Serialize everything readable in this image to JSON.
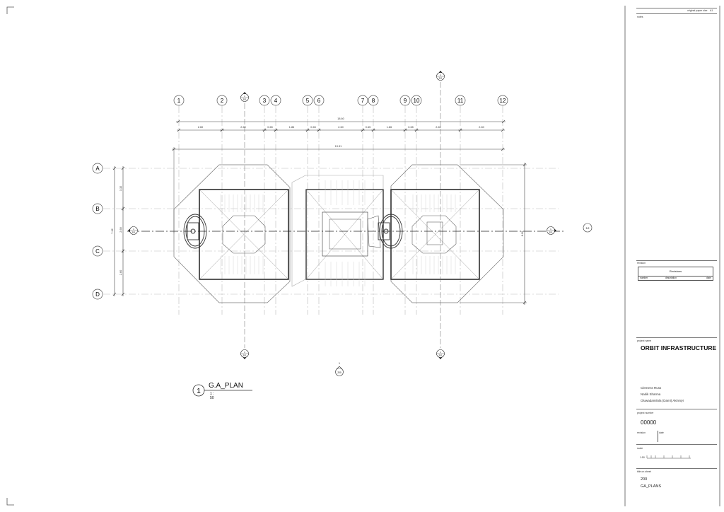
{
  "grid": {
    "columns": [
      "1",
      "2",
      "3",
      "4",
      "5",
      "6",
      "7",
      "8",
      "9",
      "10",
      "11",
      "12"
    ],
    "rows": [
      "A",
      "B",
      "C",
      "D"
    ]
  },
  "dimensions": {
    "overall_top": "18.60",
    "segments": [
      "2.60",
      "2.60",
      "0.65",
      "1.86",
      "0.65",
      "2.60",
      "0.65",
      "1.86",
      "0.65",
      "2.60",
      "2.60"
    ],
    "overall_second": "19.31",
    "left_segments": [
      "3.32",
      "2.60",
      "2.60"
    ],
    "left_total": "7.32",
    "right_total": "8.00"
  },
  "markers": {
    "section_number": "1",
    "section_sheet": "301",
    "elevation_label": "5.2",
    "callout_number": "1",
    "callout_sheet": "200"
  },
  "view": {
    "number": "1",
    "name": "G.A_PLAN",
    "scale": "1 : 50"
  },
  "title_block": {
    "paper_size_label": "original paper size",
    "paper_size": "A1",
    "notes_label": "notes",
    "revision_label": "revision",
    "revisions_header": "Revisions",
    "revision_columns": [
      "number",
      "description",
      "date"
    ],
    "project_name_label": "project name",
    "project_name": "ORBIT INFRASTRUCTURE",
    "team": [
      "Clemens Russ",
      "Naitik Sharma",
      "Oluwadamilola (Dami) Akinniyi"
    ],
    "project_number_label": "project number",
    "project_number": "00000",
    "revision_small_label": "revision",
    "date_label": "date",
    "scale_label": "scale",
    "scale_bar_label": "1:50",
    "title_on_sheet_label": "title on sheet",
    "sheet_number": "200",
    "sheet_title": "GA_PLANS"
  }
}
